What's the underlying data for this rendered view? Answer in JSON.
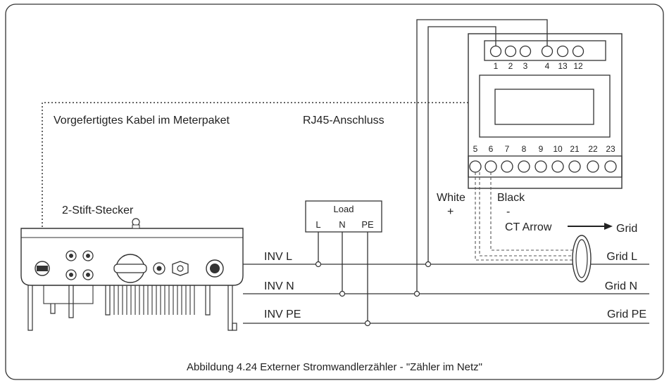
{
  "labels": {
    "cable": "Vorgefertigtes Kabel im Meterpaket",
    "rj45": "RJ45-Anschluss",
    "plug": "2-Stift-Stecker",
    "load": "Load",
    "load_l": "L",
    "load_n": "N",
    "load_pe": "PE",
    "white": "White",
    "plus": "+",
    "black": "Black",
    "minus": "-",
    "ct_arrow": "CT Arrow",
    "grid": "Grid",
    "inv_l": "INV L",
    "inv_n": "INV N",
    "inv_pe": "INV PE",
    "grid_l": "Grid L",
    "grid_n": "Grid N",
    "grid_pe": "Grid PE",
    "caption": "Abbildung 4.24 Externer Stromwandlerzähler - \"Zähler im Netz\""
  },
  "meter": {
    "top_terminals": [
      "1",
      "2",
      "3",
      "4",
      "13",
      "12"
    ],
    "bottom_terminals": [
      "5",
      "6",
      "7",
      "8",
      "9",
      "10",
      "21",
      "22",
      "23"
    ]
  }
}
